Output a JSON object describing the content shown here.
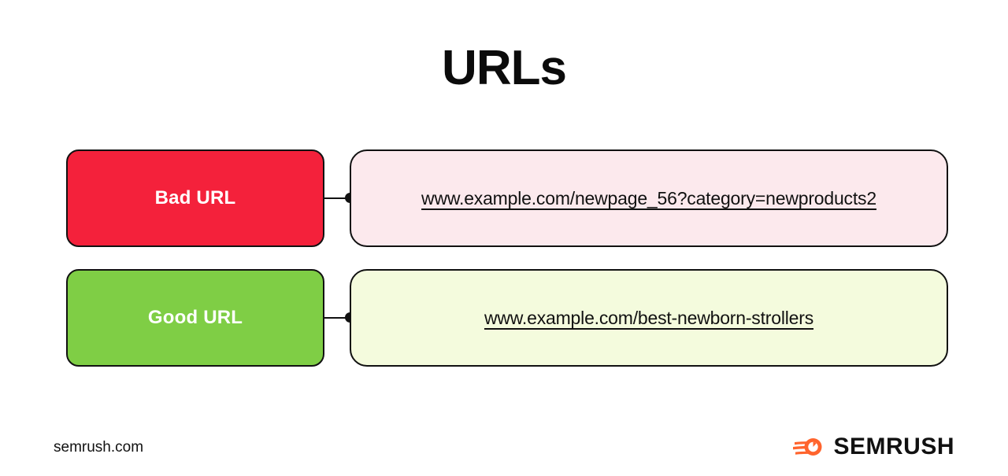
{
  "title": "URLs",
  "rows": [
    {
      "label": "Bad URL",
      "url": "www.example.com/newpage_56?category=newproducts2",
      "label_color": "#F4213B",
      "panel_color": "#FCE9ED"
    },
    {
      "label": "Good URL",
      "url": "www.example.com/best-newborn-strollers",
      "label_color": "#7FCE45",
      "panel_color": "#F4FBDD"
    }
  ],
  "footer": {
    "site": "semrush.com",
    "brand_name": "SEMRUSH",
    "brand_icon": "semrush-comet-icon",
    "brand_icon_color": "#FF642D"
  }
}
